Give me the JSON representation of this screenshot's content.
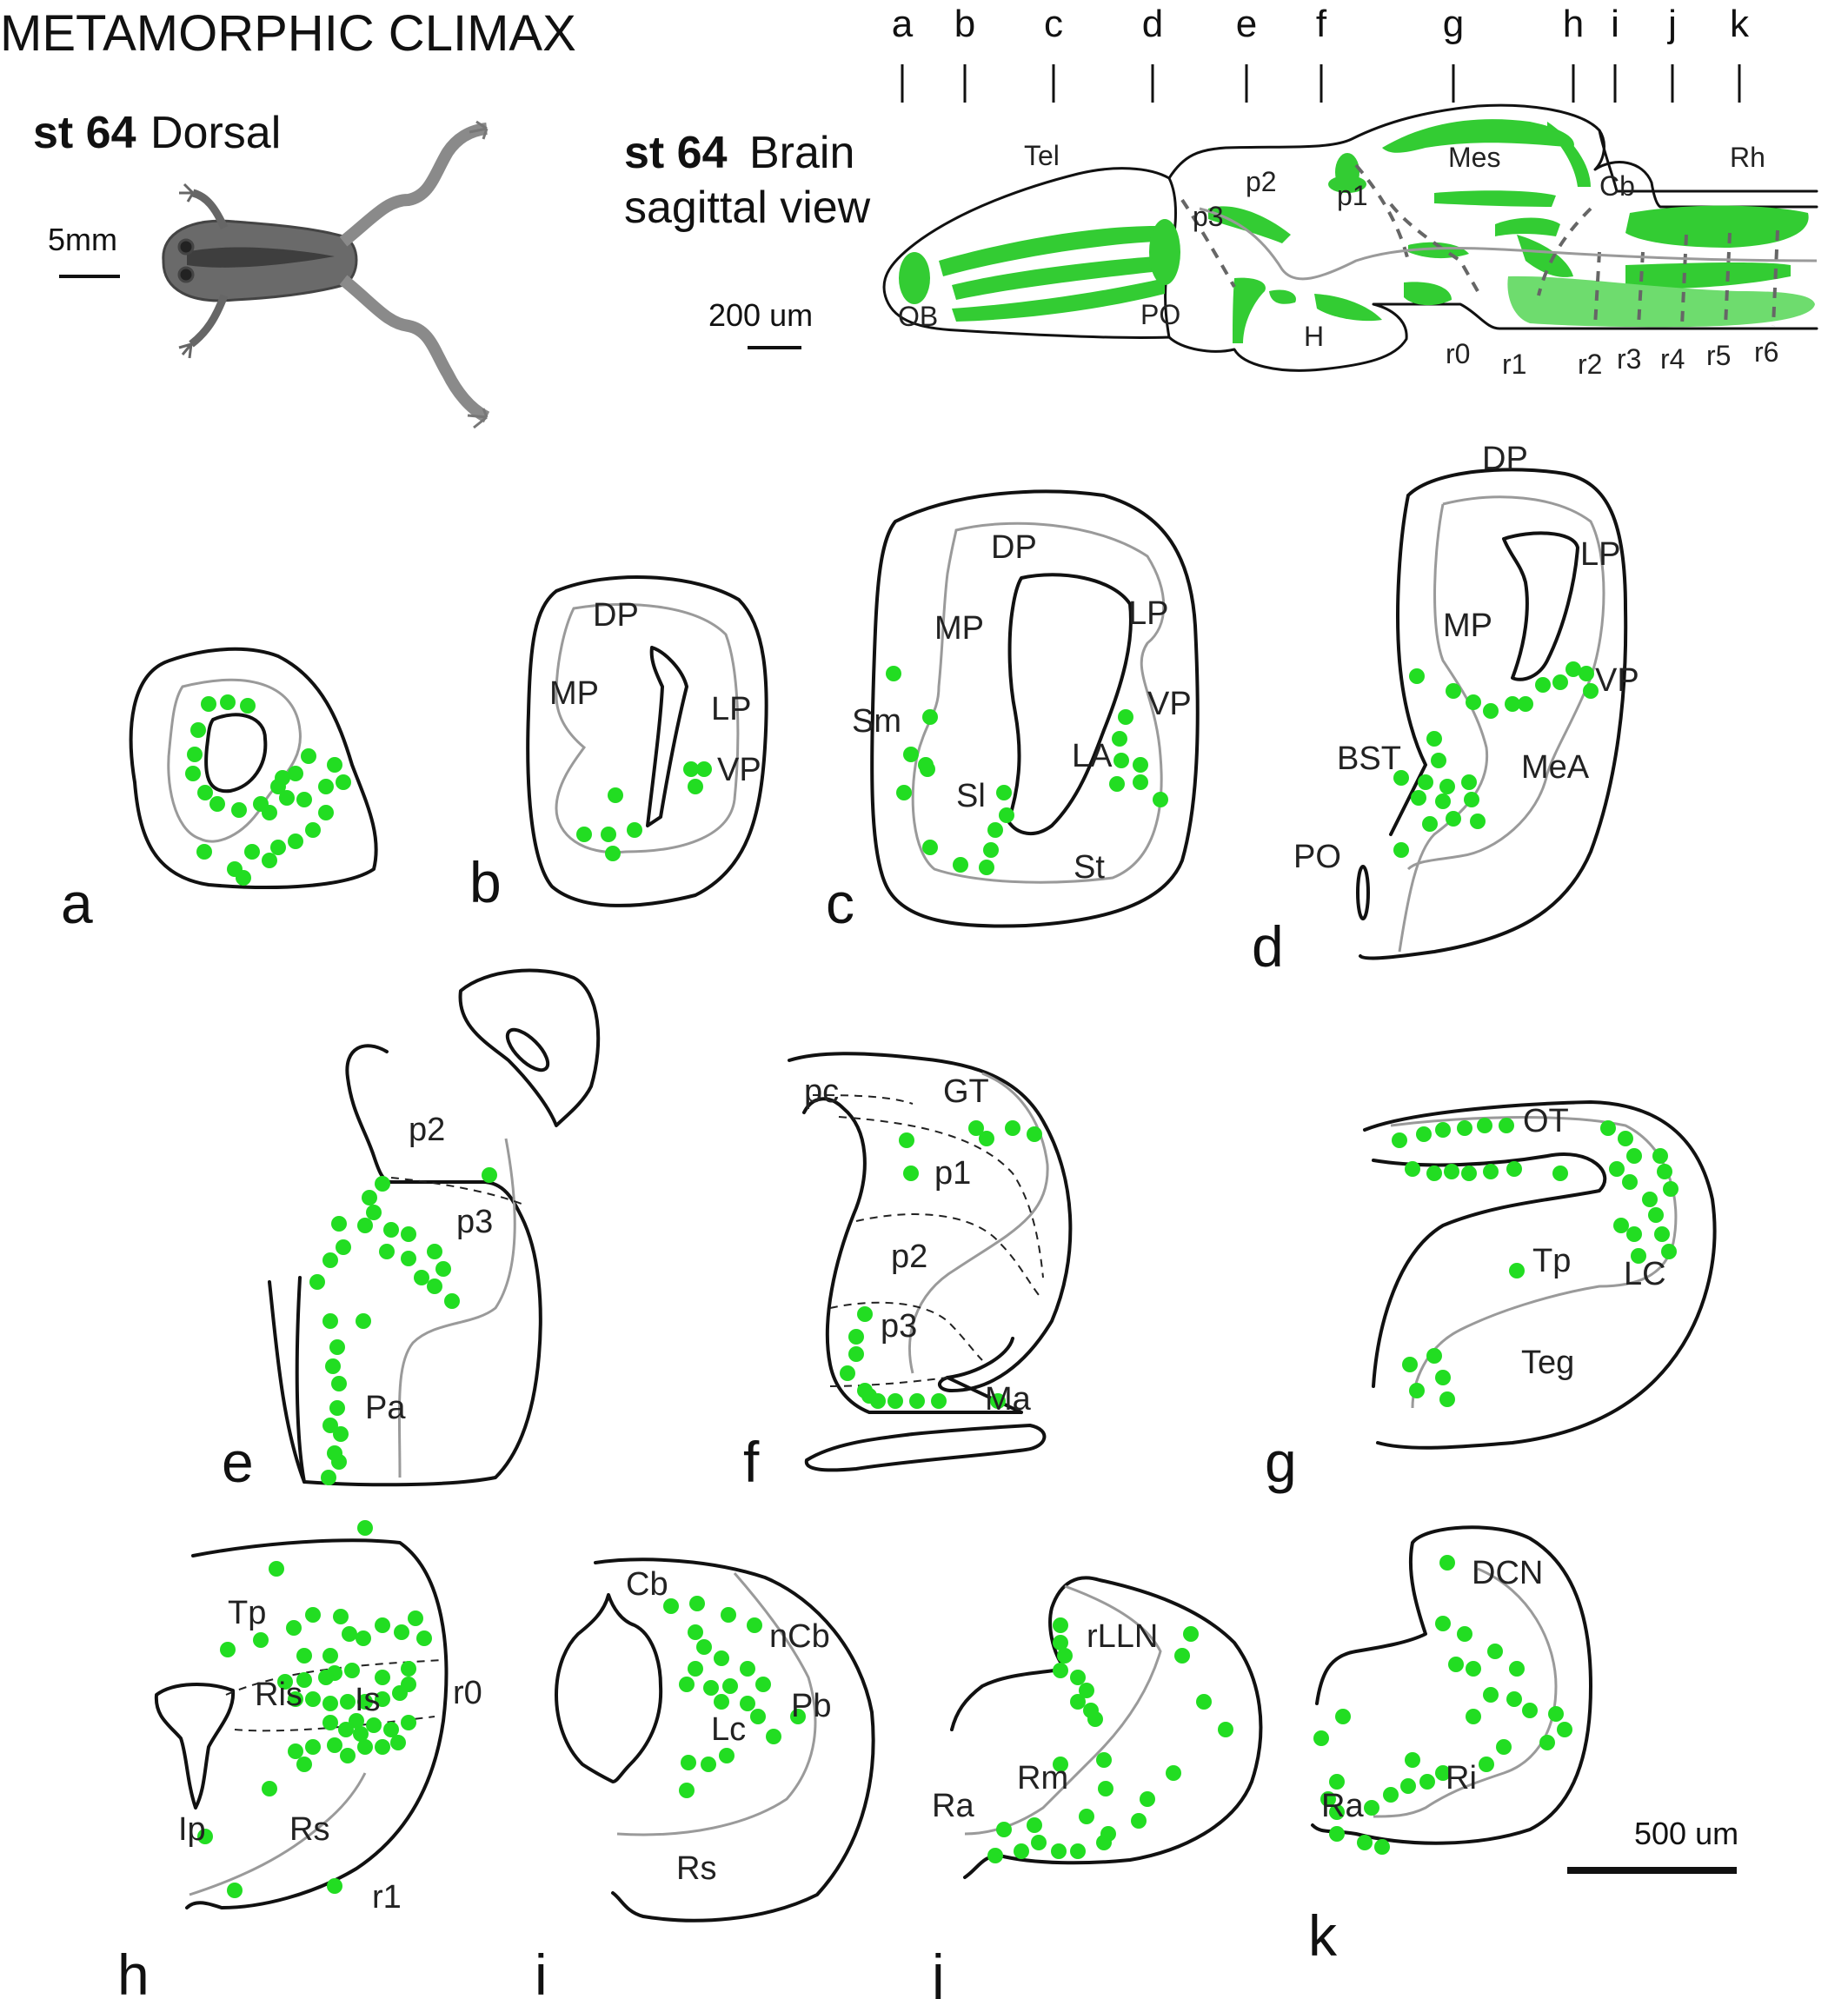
{
  "title": "METAMORPHIC CLIMAX",
  "frog": {
    "stage": "st 64",
    "view": "Dorsal",
    "scale_label": "5mm"
  },
  "brain": {
    "stage": "st 64",
    "view_line1": "Brain",
    "view_line2": "sagittal view",
    "scale_label": "200 um",
    "section_letters": [
      "a",
      "b",
      "c",
      "d",
      "e",
      "f",
      "g",
      "h",
      "i",
      "j",
      "k"
    ],
    "regions": {
      "tel": "Tel",
      "mes": "Mes",
      "rh": "Rh",
      "cb": "Cb",
      "p1": "p1",
      "p2": "p2",
      "p3": "p3",
      "ob": "OB",
      "po": "PO",
      "h": "H",
      "r0": "r0",
      "r1": "r1",
      "r2": "r2",
      "r3": "r3",
      "r4": "r4",
      "r5": "r5",
      "r6": "r6"
    }
  },
  "panels": {
    "a": {
      "letter": "a"
    },
    "b": {
      "letter": "b",
      "labels": {
        "dp": "DP",
        "mp": "MP",
        "lp": "LP",
        "vp": "VP"
      }
    },
    "c": {
      "letter": "c",
      "labels": {
        "dp": "DP",
        "mp": "MP",
        "lp": "LP",
        "vp": "VP",
        "sm": "Sm",
        "la": "LA",
        "sl": "Sl",
        "st": "St"
      }
    },
    "d": {
      "letter": "d",
      "labels": {
        "dp": "DP",
        "lp": "LP",
        "mp": "MP",
        "vp": "VP",
        "bst": "BST",
        "mea": "MeA",
        "po": "PO"
      }
    },
    "e": {
      "letter": "e",
      "labels": {
        "p2": "p2",
        "p3": "p3",
        "pa": "Pa"
      }
    },
    "f": {
      "letter": "f",
      "labels": {
        "pc": "pc",
        "gt": "GT",
        "p1": "p1",
        "p2": "p2",
        "p3": "p3",
        "ma": "Ma"
      }
    },
    "g": {
      "letter": "g",
      "labels": {
        "ot": "OT",
        "tp": "Tp",
        "lc": "LC",
        "teg": "Teg"
      }
    },
    "h": {
      "letter": "h",
      "labels": {
        "tp": "Tp",
        "ris": "Ris",
        "is": "Is",
        "r0": "r0",
        "ip": "Ip",
        "rs": "Rs",
        "r1": "r1"
      }
    },
    "i": {
      "letter": "i",
      "labels": {
        "cb": "Cb",
        "ncb": "nCb",
        "pb": "Pb",
        "lc": "Lc",
        "rs": "Rs"
      }
    },
    "j": {
      "letter": "j",
      "labels": {
        "rlln": "rLLN",
        "rm": "Rm",
        "ra": "Ra"
      }
    },
    "k": {
      "letter": "k",
      "labels": {
        "dcn": "DCN",
        "ri": "Ri",
        "ra": "Ra"
      }
    },
    "scale_label": "500 um"
  },
  "colors": {
    "label": "#33cc33",
    "dots": "#22dd22"
  }
}
